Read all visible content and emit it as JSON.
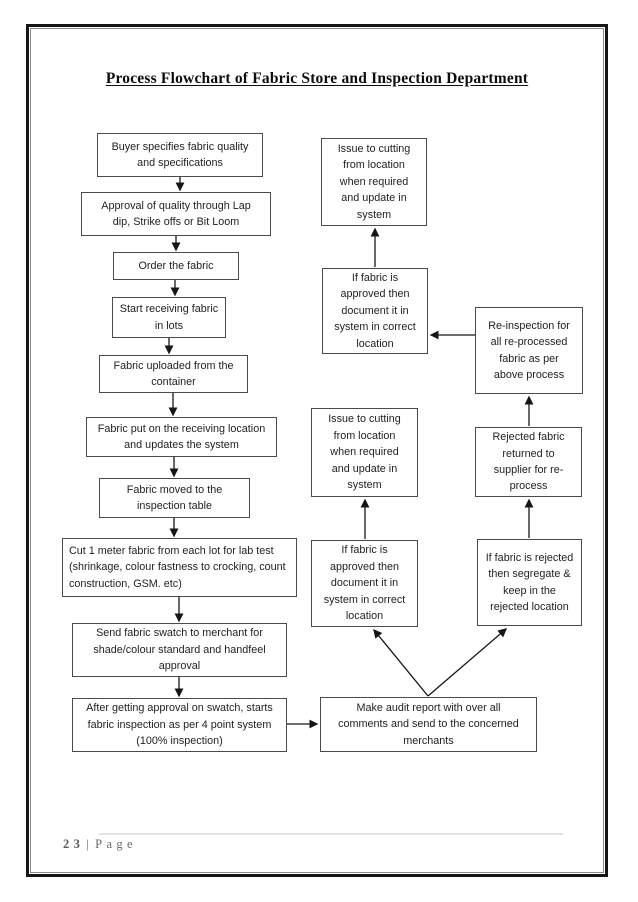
{
  "title": "Process Flowchart of Fabric Store and Inspection Department",
  "footer": {
    "page_number": "23",
    "separator": "|",
    "label": "Page"
  },
  "nodes": {
    "buyer": {
      "text": "Buyer specifies fabric quality\nand specifications"
    },
    "approval": {
      "text": "Approval of quality through Lap\ndip, Strike offs or Bit Loom"
    },
    "order": {
      "text": "Order the fabric"
    },
    "receiving": {
      "text": "Start receiving fabric\nin lots"
    },
    "uploaded": {
      "text": "Fabric uploaded from the\ncontainer"
    },
    "put": {
      "text": "Fabric put on the receiving location\nand updates the system"
    },
    "moved": {
      "text": "Fabric moved to the\ninspection table"
    },
    "cut": {
      "text": "Cut 1 meter fabric from each lot for lab test\n(shrinkage, colour fastness to crocking, count\nconstruction, GSM. etc)"
    },
    "swatch": {
      "text": "Send fabric swatch to merchant for\nshade/colour standard and handfeel\napproval"
    },
    "after": {
      "text": "After getting approval on swatch, starts\nfabric inspection as per 4 point system\n(100% inspection)"
    },
    "issue_top": {
      "text": "Issue to cutting\nfrom location\nwhen required\nand update in\nsystem"
    },
    "approved_top": {
      "text": "If fabric is\napproved then\ndocument it in\nsystem in correct\nlocation"
    },
    "reinspect": {
      "text": "Re-inspection for\nall re-processed\nfabric as per\nabove process"
    },
    "issue_bottom": {
      "text": "Issue to cutting\nfrom location\nwhen required\nand update in\nsystem"
    },
    "rejected_returned": {
      "text": "Rejected fabric\nreturned to\nsupplier for re-\nprocess"
    },
    "approved_bottom": {
      "text": "If fabric is\napproved then\ndocument it in\nsystem in correct\nlocation"
    },
    "rejected_keep": {
      "text": "If fabric is rejected\nthen segregate &\nkeep in the\nrejected location"
    },
    "audit": {
      "text": "Make audit report with over all\ncomments and send to the concerned\nmerchants"
    }
  }
}
